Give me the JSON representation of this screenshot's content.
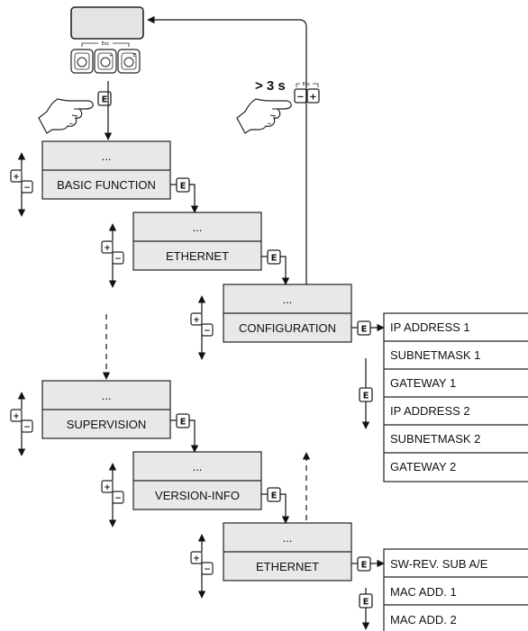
{
  "ellipsis": "...",
  "menus": {
    "basic_function": "BASIC FUNCTION",
    "ethernet_1": "ETHERNET",
    "configuration": "CONFIGURATION",
    "supervision": "SUPERVISION",
    "version_info": "VERSION-INFO",
    "ethernet_2": "ETHERNET"
  },
  "configuration_items": [
    "IP ADDRESS 1",
    "SUBNETMASK 1",
    "GATEWAY 1",
    "IP ADDRESS 2",
    "SUBNETMASK 2",
    "GATEWAY 2"
  ],
  "ethernet_items": [
    "SW-REV. SUB A/E",
    "MAC ADD. 1",
    "MAC ADD. 2"
  ],
  "keys": {
    "enter": "E",
    "plus": "+",
    "minus": "−",
    "esc": "Esc"
  },
  "hold_time": "> 3 s"
}
